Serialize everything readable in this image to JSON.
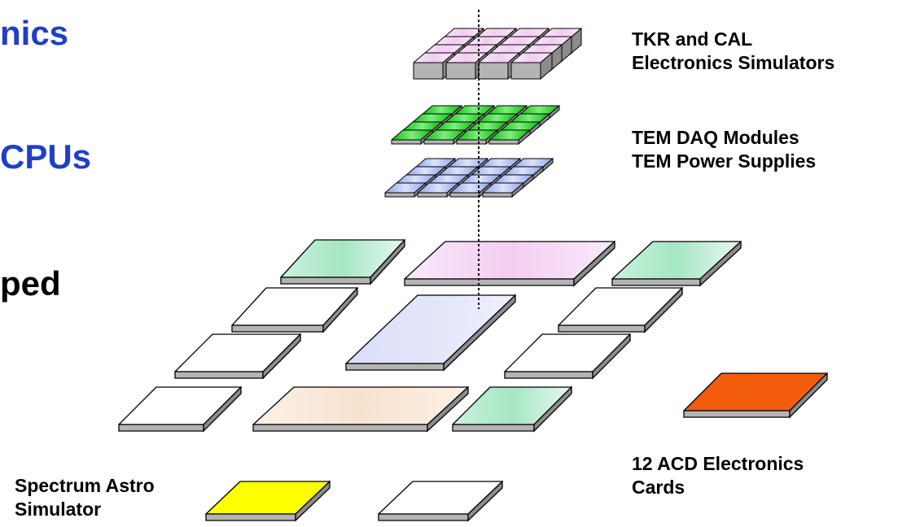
{
  "heading_fragments": [
    {
      "text": "nics",
      "color": "#1f3fc8"
    },
    {
      "text": "CPUs",
      "color": "#1f3fc8"
    },
    {
      "text": "ped",
      "color": "#000000"
    }
  ],
  "labels": {
    "electronics_simulators": [
      "TKR and CAL",
      "Electronics Simulators"
    ],
    "tem": [
      "TEM DAQ Modules",
      "TEM Power Supplies"
    ],
    "acd": [
      "12 ACD Electronics",
      "Cards"
    ],
    "spectrum": [
      "Spectrum Astro",
      "Simulator"
    ]
  },
  "colors": {
    "pink": "#f6d6f4",
    "green": "#22cc22",
    "blue": "#a9b9f0",
    "mint": "#b6ecd0",
    "lavender": "#dfe2fb",
    "peach": "#fbe9da",
    "orange": "#f25c0c",
    "yellow": "#ffff00",
    "white": "#ffffff",
    "edge": "#b4b4b4"
  }
}
